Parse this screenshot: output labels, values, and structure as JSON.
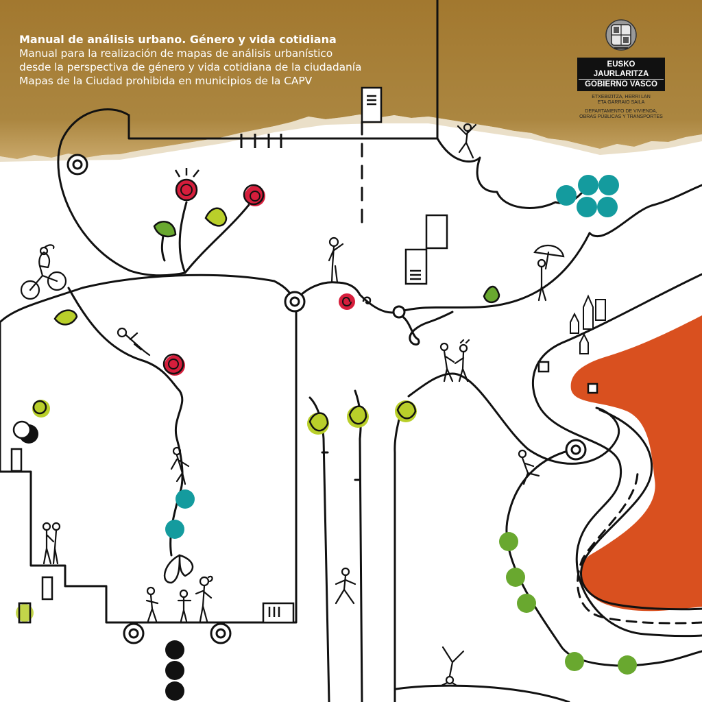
{
  "header": {
    "title": "Manual de análisis urbano. Género y vida cotidiana",
    "subtitle_lines": [
      "Manual para la realización de mapas de análisis urbanístico",
      "desde la perspectiva de género y vida cotidiana de la ciudadanía",
      "Mapas de la Ciudad prohibida en municipios de la CAPV"
    ]
  },
  "logo": {
    "emblem_icon": "coat-of-arms-icon",
    "line1": "EUSKO JAURLARITZA",
    "line2": "GOBIERNO VASCO",
    "department_eu_1": "ETXEBIZITZA, HERRI LAN",
    "department_eu_2": "ETA GARRAIO SAILA",
    "department_es_1": "DEPARTAMENTO DE VIVIENDA,",
    "department_es_2": "OBRAS PÚBLICAS Y TRANSPORTES"
  },
  "colors": {
    "earth_band": "#a47c33",
    "orange_area": "#d9501f",
    "red_dot": "#d61e3c",
    "teal_dot": "#149b9e",
    "lime_leaf": "#b9cf2a",
    "green_dot": "#69a82f",
    "ink": "#111111"
  }
}
